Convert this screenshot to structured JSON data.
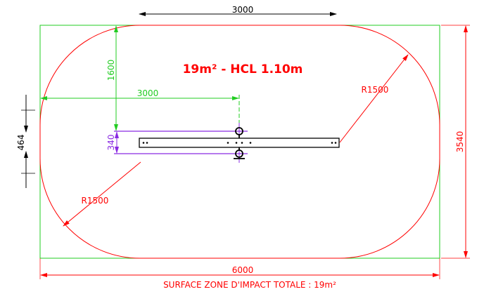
{
  "title": "19m² - HCL 1.10m",
  "footer": "SURFACE ZONE D'IMPACT TOTALE : 19m²",
  "dimensions": {
    "top_width": "3000",
    "total_width": "6000",
    "total_height": "3540",
    "left_offset": "464",
    "green_height": "1600",
    "green_width": "3000",
    "purple_height": "340",
    "radius_upper": "R1500",
    "radius_lower": "R1500"
  },
  "colors": {
    "red": "#ff0000",
    "green": "#22cc22",
    "purple": "#8a2be2",
    "black": "#000000"
  }
}
